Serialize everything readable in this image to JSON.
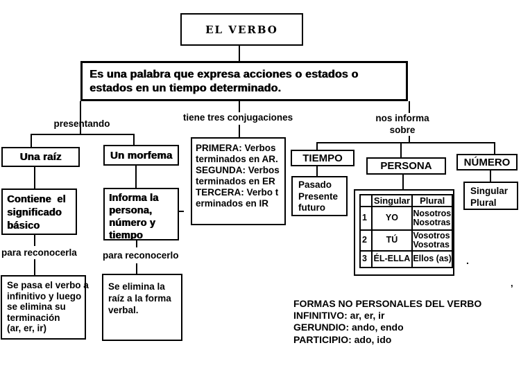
{
  "colors": {
    "ink": "#000000",
    "paper": "#ffffff"
  },
  "title_box": {
    "label": "EL VERBO"
  },
  "definition_box": {
    "line1": "Es una palabra que expresa acciones o estados o",
    "line2": "estados en un tiempo determinado."
  },
  "edge_labels": {
    "left": "presentando",
    "middle": "tiene tres conjugaciones",
    "right_line1": "nos informa",
    "right_line2": "sobre"
  },
  "raiz": {
    "title": "Una raíz",
    "description_lines": [
      "Contiene  el",
      "significado",
      "básico"
    ],
    "edge_label": "para reconocerla",
    "method_lines": [
      "Se pasa el verbo a",
      "infinitivo y luego",
      "se elimina su",
      "terminación",
      "(ar, er, ir)"
    ]
  },
  "morfema": {
    "title": "Un morfema",
    "description_lines": [
      "Informa la",
      "persona,",
      "número y",
      "tiempo"
    ],
    "edge_label": "para reconocerlo",
    "method_lines": [
      "Se elimina la",
      "raíz a la forma",
      "verbal."
    ]
  },
  "conjugaciones": {
    "lines": [
      "PRIMERA: Verbos",
      "terminados en AR.",
      "SEGUNDA: Verbos",
      "terminados en ER",
      "TERCERA: Verbo t",
      "erminados en IR"
    ]
  },
  "tiempo": {
    "title": "TIEMPO",
    "value_lines": [
      "Pasado",
      "Presente",
      "futuro"
    ]
  },
  "persona": {
    "title": "PERSONA",
    "table": {
      "col_headers": [
        "Singular",
        "Plural"
      ],
      "rows": [
        {
          "num": "1",
          "singular": "YO",
          "plural_line1": "Nosotros",
          "plural_line2": "Nosotras"
        },
        {
          "num": "2",
          "singular": "TÚ",
          "plural_line1": "Vosotros",
          "plural_line2": "Vosotras"
        },
        {
          "num": "3",
          "singular": "ÉL-ELLA",
          "plural_line1": "Ellos (as)"
        }
      ]
    }
  },
  "numero": {
    "title": "NÚMERO",
    "value_lines": [
      "Singular",
      "Plural"
    ]
  },
  "formas_no_personales": {
    "lines": [
      "FORMAS NO PERSONALES DEL VERBO",
      "INFINITIVO: ar, er, ir",
      "GERUNDIO: ando, endo",
      "PARTICIPIO: ado, ido"
    ]
  },
  "stray_marks": {
    "dot": ".",
    "comma": ","
  }
}
